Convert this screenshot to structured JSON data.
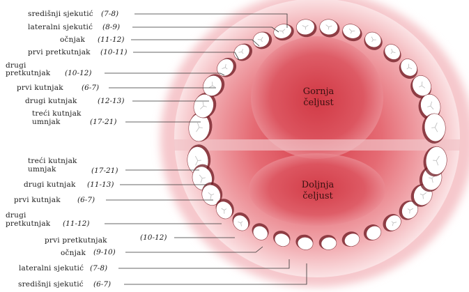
{
  "upper_jaw": {
    "title_line1": "Gornja",
    "title_line2": "čeljust",
    "teeth": [
      {
        "name": "središnji sjekutić",
        "range": "(7-8)"
      },
      {
        "name": "lateralni sjekutić",
        "range": "(8-9)"
      },
      {
        "name": "očnjak",
        "range": "(11-12)"
      },
      {
        "name": "prvi pretkutnjak",
        "range": "(10-11)"
      },
      {
        "name_line1": "drugi",
        "name_line2": "pretkutnjak",
        "range": "(10-12)"
      },
      {
        "name": "prvi kutnjak",
        "range": "(6-7)"
      },
      {
        "name": "drugi kutnjak",
        "range": "(12-13)"
      },
      {
        "name_line1": "treći kutnjak",
        "name_line2": "umnjak",
        "range": "(17-21)"
      }
    ]
  },
  "lower_jaw": {
    "title_line1": "Doljnja",
    "title_line2": "čeljust",
    "teeth": [
      {
        "name_line1": "treći kutnjak",
        "name_line2": "umnjak",
        "range": "(17-21)"
      },
      {
        "name": "drugi kutnjak",
        "range": "(11-13)"
      },
      {
        "name": "prvi kutnjak",
        "range": "(6-7)"
      },
      {
        "name_line1": "drugi",
        "name_line2": "pretkutnjak",
        "range": "(11-12)"
      },
      {
        "name": "prvi pretkutnjak",
        "range": "(10-12)"
      },
      {
        "name": "očnjak",
        "range": "(9-10)"
      },
      {
        "name": "lateralni sjekutić",
        "range": "(7-8)"
      },
      {
        "name": "središnji sjekutić",
        "range": "(6-7)"
      }
    ]
  },
  "colors": {
    "gum_outer": "#f4c4c8",
    "gum_mid": "#e87d85",
    "palate_center": "#d9454f",
    "tooth_fill": "#ffffff",
    "tooth_shadow": "#6e1a22",
    "leader_line": "#333333"
  }
}
